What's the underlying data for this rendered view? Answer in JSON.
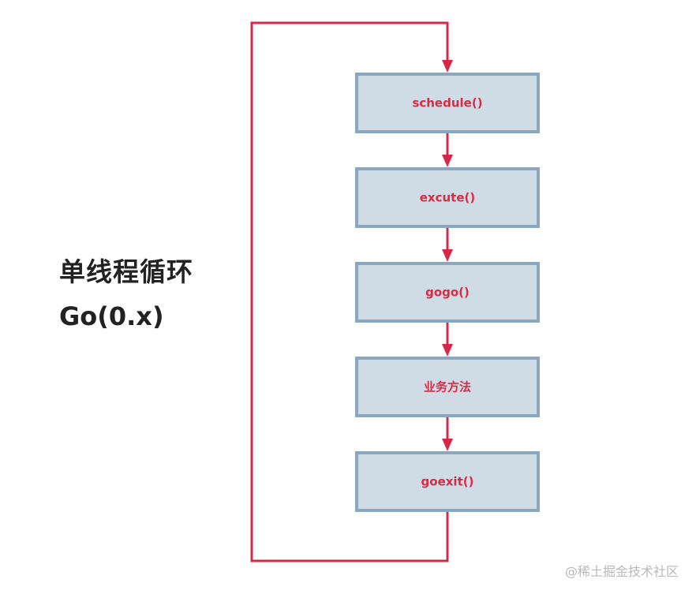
{
  "side_labels": {
    "title": "单线程循环",
    "subtitle": "Go(0.x)"
  },
  "flow": {
    "steps": [
      "schedule()",
      "excute()",
      "gogo()",
      "业务方法",
      "goexit()"
    ],
    "loop": true
  },
  "colors": {
    "box_fill": "#cfdce6",
    "box_stroke": "#8ca8c0",
    "line": "#d6294a",
    "label_text": "#d62c46",
    "side_text": "#222222"
  },
  "watermark": "@稀土掘金技术社区"
}
